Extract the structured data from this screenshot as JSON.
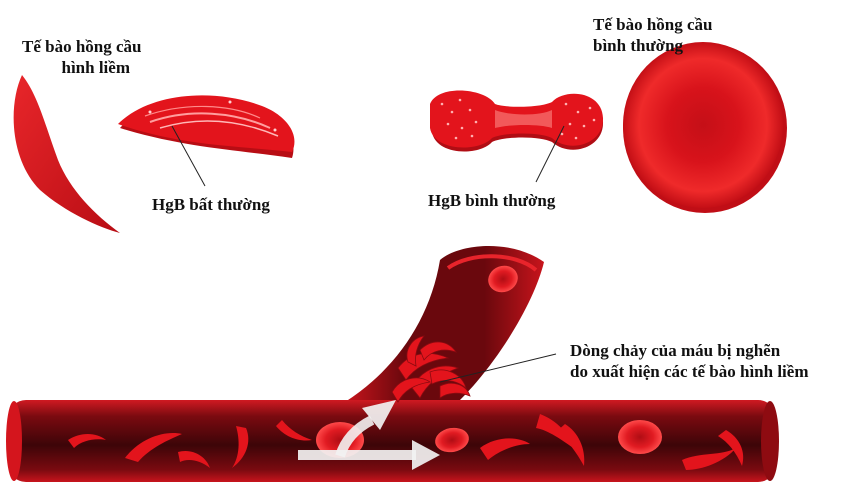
{
  "labels": {
    "sickle_cell_line1": "Tế bào hồng cầu",
    "sickle_cell_line2": "hình liềm",
    "normal_cell_line1": "Tế bào hồng cầu",
    "normal_cell_line2": "bình thường",
    "abnormal_hgb": "HgB bất thường",
    "normal_hgb": "HgB bình thường",
    "blockage_line1": "Dòng chảy của máu bị nghẽn",
    "blockage_line2": "do xuất hiện các tế bào hình liềm"
  },
  "colors": {
    "cell_red": "#e3141c",
    "cell_dark": "#a30c12",
    "vessel_dark": "#6e0a0e",
    "vessel_mid": "#b5121a",
    "arrow_white": "#f2f2f2"
  }
}
